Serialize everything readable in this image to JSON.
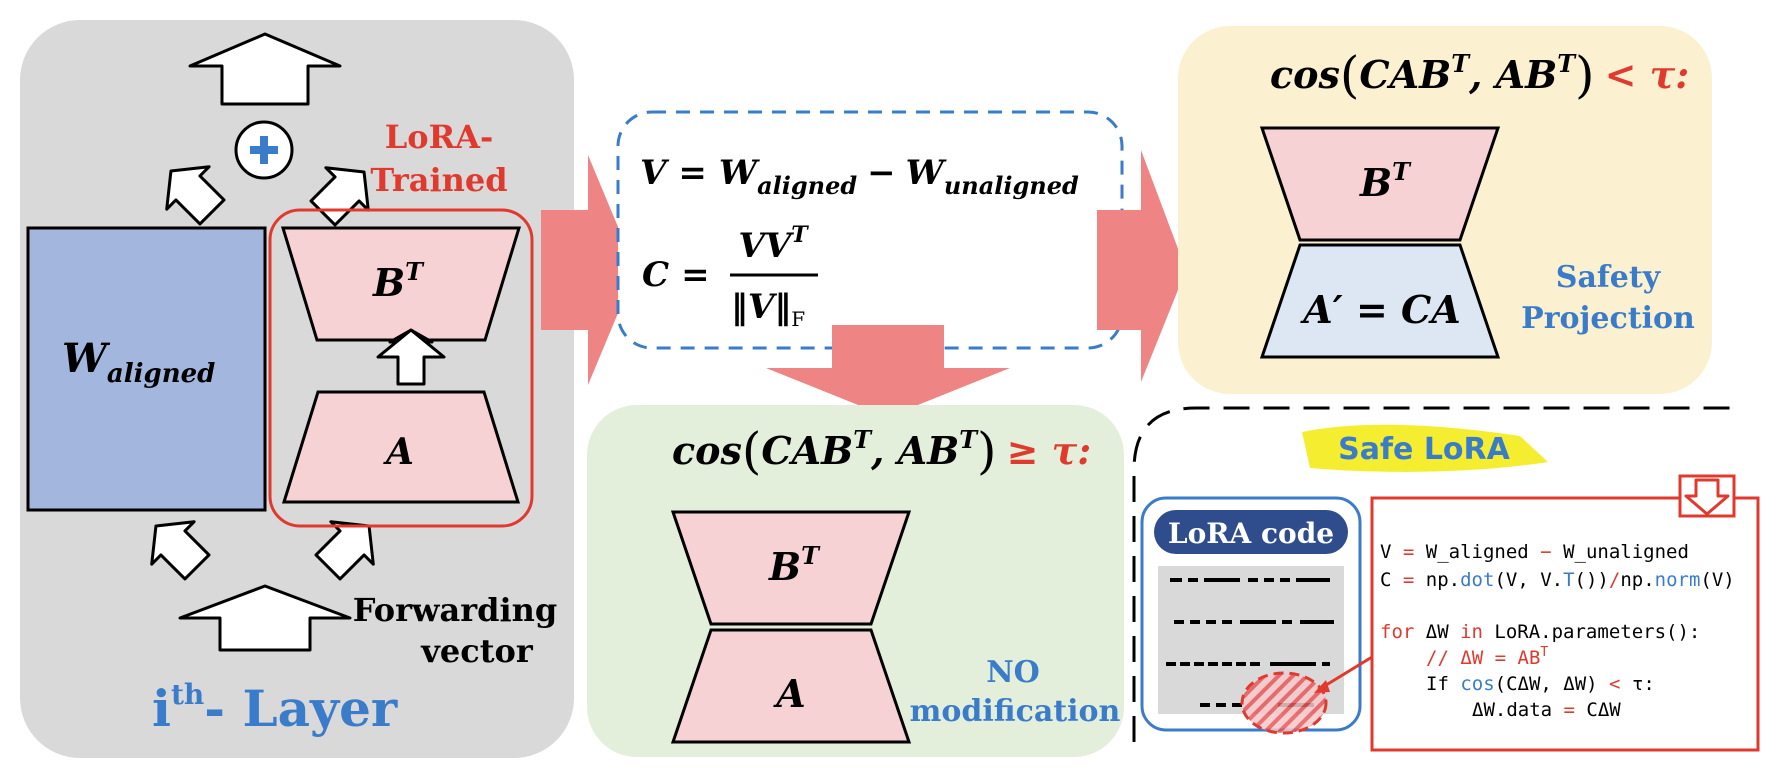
{
  "colors": {
    "red": "#e03a2f",
    "blue": "#3a7cc9",
    "gray_panel": "#d9d9d9",
    "green_panel": "#e3eedb",
    "yellow_panel": "#fbf0cf",
    "pink_trap": "#f6d2d4",
    "light_blue_trap": "#dce7f3",
    "w_aligned_fill": "#a3b6dd",
    "big_arrow": "#ef8485",
    "highlight": "#f5ee30",
    "lora_badge": "#2f4d8c"
  },
  "left": {
    "lora_label_line1": "LoRA-",
    "lora_label_line2": "Trained",
    "w_base": "W",
    "w_sub": "aligned",
    "b_base": "B",
    "b_sup": "T",
    "a_label": "A",
    "plus": "+",
    "forward_line1": "Forwarding",
    "forward_line2": "vector",
    "layer_i": "i",
    "layer_sup": "th",
    "layer_rest": "- Layer"
  },
  "formula": {
    "v_lhs": "V",
    "eq": "=",
    "w1": "W",
    "w1_sub": "aligned",
    "minus": "−",
    "w2": "W",
    "w2_sub": "unaligned",
    "c_lhs": "C",
    "numer": "VV",
    "numer_sup": "T",
    "denom": "‖V‖",
    "denom_sub": "F"
  },
  "top_right": {
    "cond_cos": "cos",
    "cond_args": "CAB",
    "cond_sup1": "T",
    "cond_comma": ", AB",
    "cond_sup2": "T",
    "cond_rel": "< τ:",
    "b_base": "B",
    "b_sup": "T",
    "a_label": "A′ = CA",
    "note_line1": "Safety",
    "note_line2": "Projection"
  },
  "bottom_mid": {
    "cond_cos": "cos",
    "cond_args": "CAB",
    "cond_sup1": "T",
    "cond_comma": ", AB",
    "cond_sup2": "T",
    "cond_rel": "≥ τ:",
    "b_base": "B",
    "b_sup": "T",
    "a_label": "A",
    "note_line1": "NO",
    "note_line2": "modification"
  },
  "safe_lora": {
    "title": "Safe LoRA",
    "badge": "LoRA code",
    "code": {
      "l1_a": "V ",
      "l1_b": "=",
      "l1_c": " W_aligned ",
      "l1_d": "−",
      "l1_e": " W_unaligned",
      "l2_a": "C ",
      "l2_b": "=",
      "l2_c": " np.",
      "l2_d": "dot",
      "l2_e": "(V, V.",
      "l2_f": "T",
      "l2_g": "())",
      "l2_h": "/",
      "l2_i": "np.",
      "l2_j": "norm",
      "l2_k": "(V)",
      "l3_a": "for",
      "l3_b": " ΔW ",
      "l3_c": "in",
      "l3_d": " LoRA.parameters():",
      "l4_a": "// ΔW = AB",
      "l4_sup": "T",
      "l5_a": "If ",
      "l5_b": "cos",
      "l5_c": "(CΔW, ΔW) ",
      "l5_d": "<",
      "l5_e": " τ:",
      "l6_a": "ΔW.data ",
      "l6_b": "=",
      "l6_c": " CΔW"
    }
  }
}
